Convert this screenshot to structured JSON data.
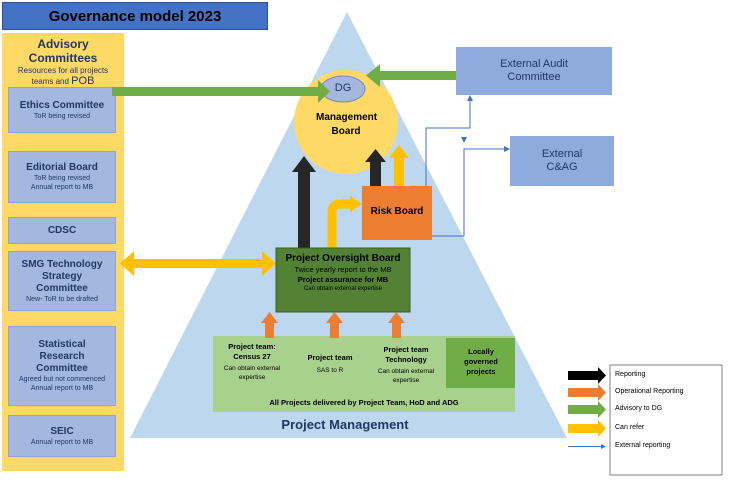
{
  "title": "Governance model 2023",
  "advisory": {
    "title": "Advisory Committees",
    "subtitle_line1": "Resources for all projects",
    "subtitle_line2a": "teams and ",
    "subtitle_line2b": "POB",
    "committees": [
      {
        "name": "Ethics Committee",
        "details": [
          "ToR being revised"
        ]
      },
      {
        "name": "Editorial Board",
        "details": [
          "ToR being revised",
          "Annual report to MB"
        ]
      },
      {
        "name": "CDSC",
        "details": []
      },
      {
        "name": "SMG Technology Strategy Committee",
        "details": [
          "New- ToR to be drafted"
        ]
      },
      {
        "name": "Statistical Research Committee",
        "details": [
          "Agreed but not commenced",
          "Annual report to MB"
        ]
      },
      {
        "name": "SEIC",
        "details": [
          "Annual report to MB"
        ]
      }
    ]
  },
  "dg": "DG",
  "management_board": "Management Board",
  "risk_board": "Risk Board",
  "external_audit": "External Audit Committee",
  "external_cag": "External C&AG",
  "pob": {
    "title": "Project Oversight Board",
    "line1": "Twice yearly report to the MB",
    "line2": "Project assurance for MB",
    "line3": "Can obtain external expertise"
  },
  "project_teams": [
    {
      "title": "Project team: Census 27",
      "details": "Can obtain external expertise"
    },
    {
      "title": "Project team",
      "details": "SAS to R"
    },
    {
      "title": "Project team Technology",
      "details": "Can obtain external expertise"
    }
  ],
  "locally_governed": "Locally governed projects",
  "all_projects": "All Projects delivered by Project Team, HoD and ADG",
  "project_management": "Project Management",
  "legend": [
    {
      "label": "Reporting",
      "color": "#000000"
    },
    {
      "label": "Operational Reporting",
      "color": "#ed7d31"
    },
    {
      "label": "Advisory to DG",
      "color": "#70ad47"
    },
    {
      "label": "Can refer",
      "color": "#ffc000"
    },
    {
      "label": "External reporting",
      "color": "#4472c4"
    }
  ],
  "colors": {
    "pyramid": "#bdd7ee",
    "management_board": "#ffd966",
    "dg": "#a4b8df",
    "risk_board": "#ed7d31",
    "pob": "#548235",
    "project_band": "#a9d18e",
    "external_box": "#8faadc"
  }
}
